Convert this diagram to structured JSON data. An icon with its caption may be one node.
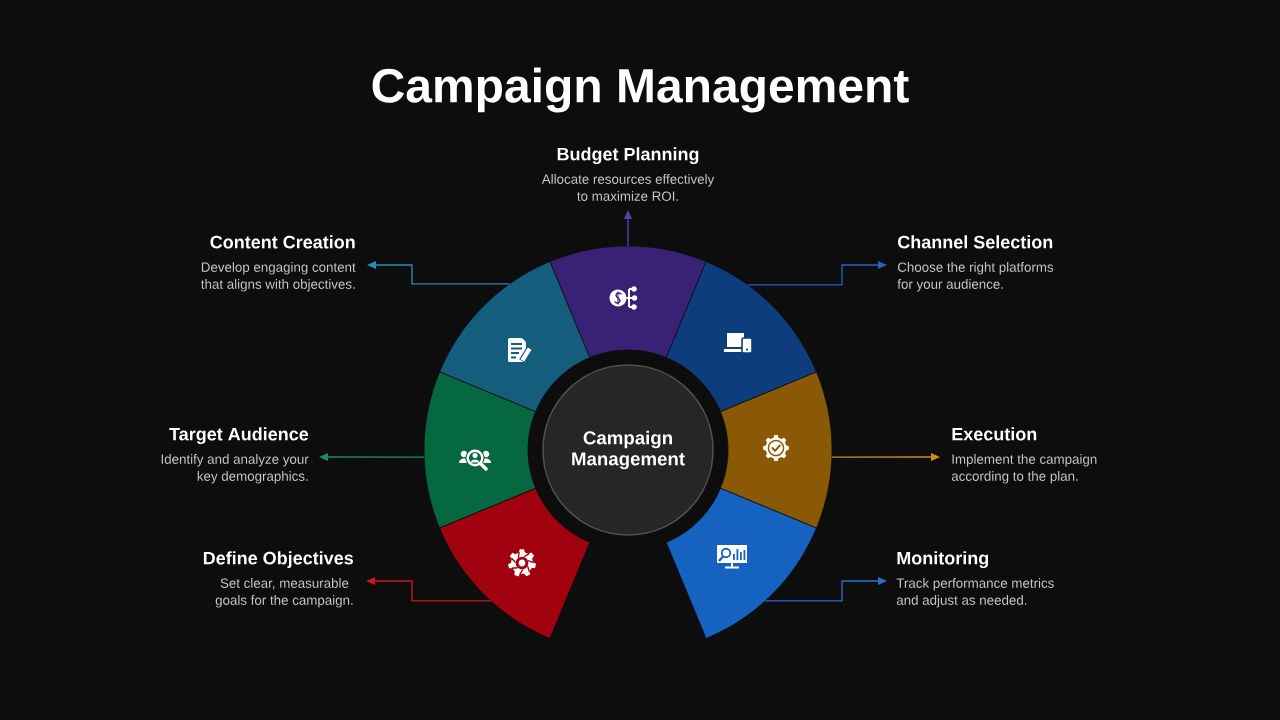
{
  "diagram": {
    "title": "Campaign Management",
    "nodes": [
      {
        "text": [
          "Budget Planning",
          "Allocate resources effectively to maximize ROI."
        ]
      },
      {
        "text": [
          "Content Creation",
          "Develop engaging content that aligns with objectives."
        ]
      },
      {
        "text": [
          "Channel Selection",
          "Choose the right platforms for your audience."
        ]
      },
      {
        "text": [
          "Target Audience",
          "Identify and analyze your key demographics."
        ]
      },
      {
        "text": [
          "Campaign Management"
        ]
      },
      {
        "text": [
          "Execution",
          "Implement the campaign according to the plan."
        ]
      },
      {
        "text": [
          "Define Objectives",
          "Set clear, measurable goals for the campaign."
        ]
      },
      {
        "text": [
          "Monitoring",
          "Track performance metrics and adjust as needed."
        ]
      },
      {
        "text": [],
        "shape": "sector"
      },
      {
        "text": [],
        "shape": "sector"
      },
      {
        "text": [],
        "shape": "sector"
      },
      {
        "text": [],
        "shape": "sector"
      },
      {
        "text": [],
        "shape": "sector"
      },
      {
        "text": [],
        "shape": "sector"
      },
      {
        "text": [],
        "shape": "sector"
      }
    ],
    "edges": [
      {
        "from": 8,
        "to": 0,
        "arrow": "to",
        "color": "#5b3fb0"
      },
      {
        "from": 9,
        "to": 1,
        "arrow": "to",
        "color": "#2a8db5"
      },
      {
        "from": 10,
        "to": 2,
        "arrow": "to",
        "color": "#2563c0"
      },
      {
        "from": 11,
        "to": 3,
        "arrow": "to",
        "color": "#1c8a68"
      },
      {
        "from": 12,
        "to": 5,
        "arrow": "to",
        "color": "#d08b21"
      },
      {
        "from": 13,
        "to": 6,
        "arrow": "to",
        "color": "#d0141e"
      },
      {
        "from": 14,
        "to": 7,
        "arrow": "to",
        "color": "#2a6fd0"
      }
    ]
  }
}
